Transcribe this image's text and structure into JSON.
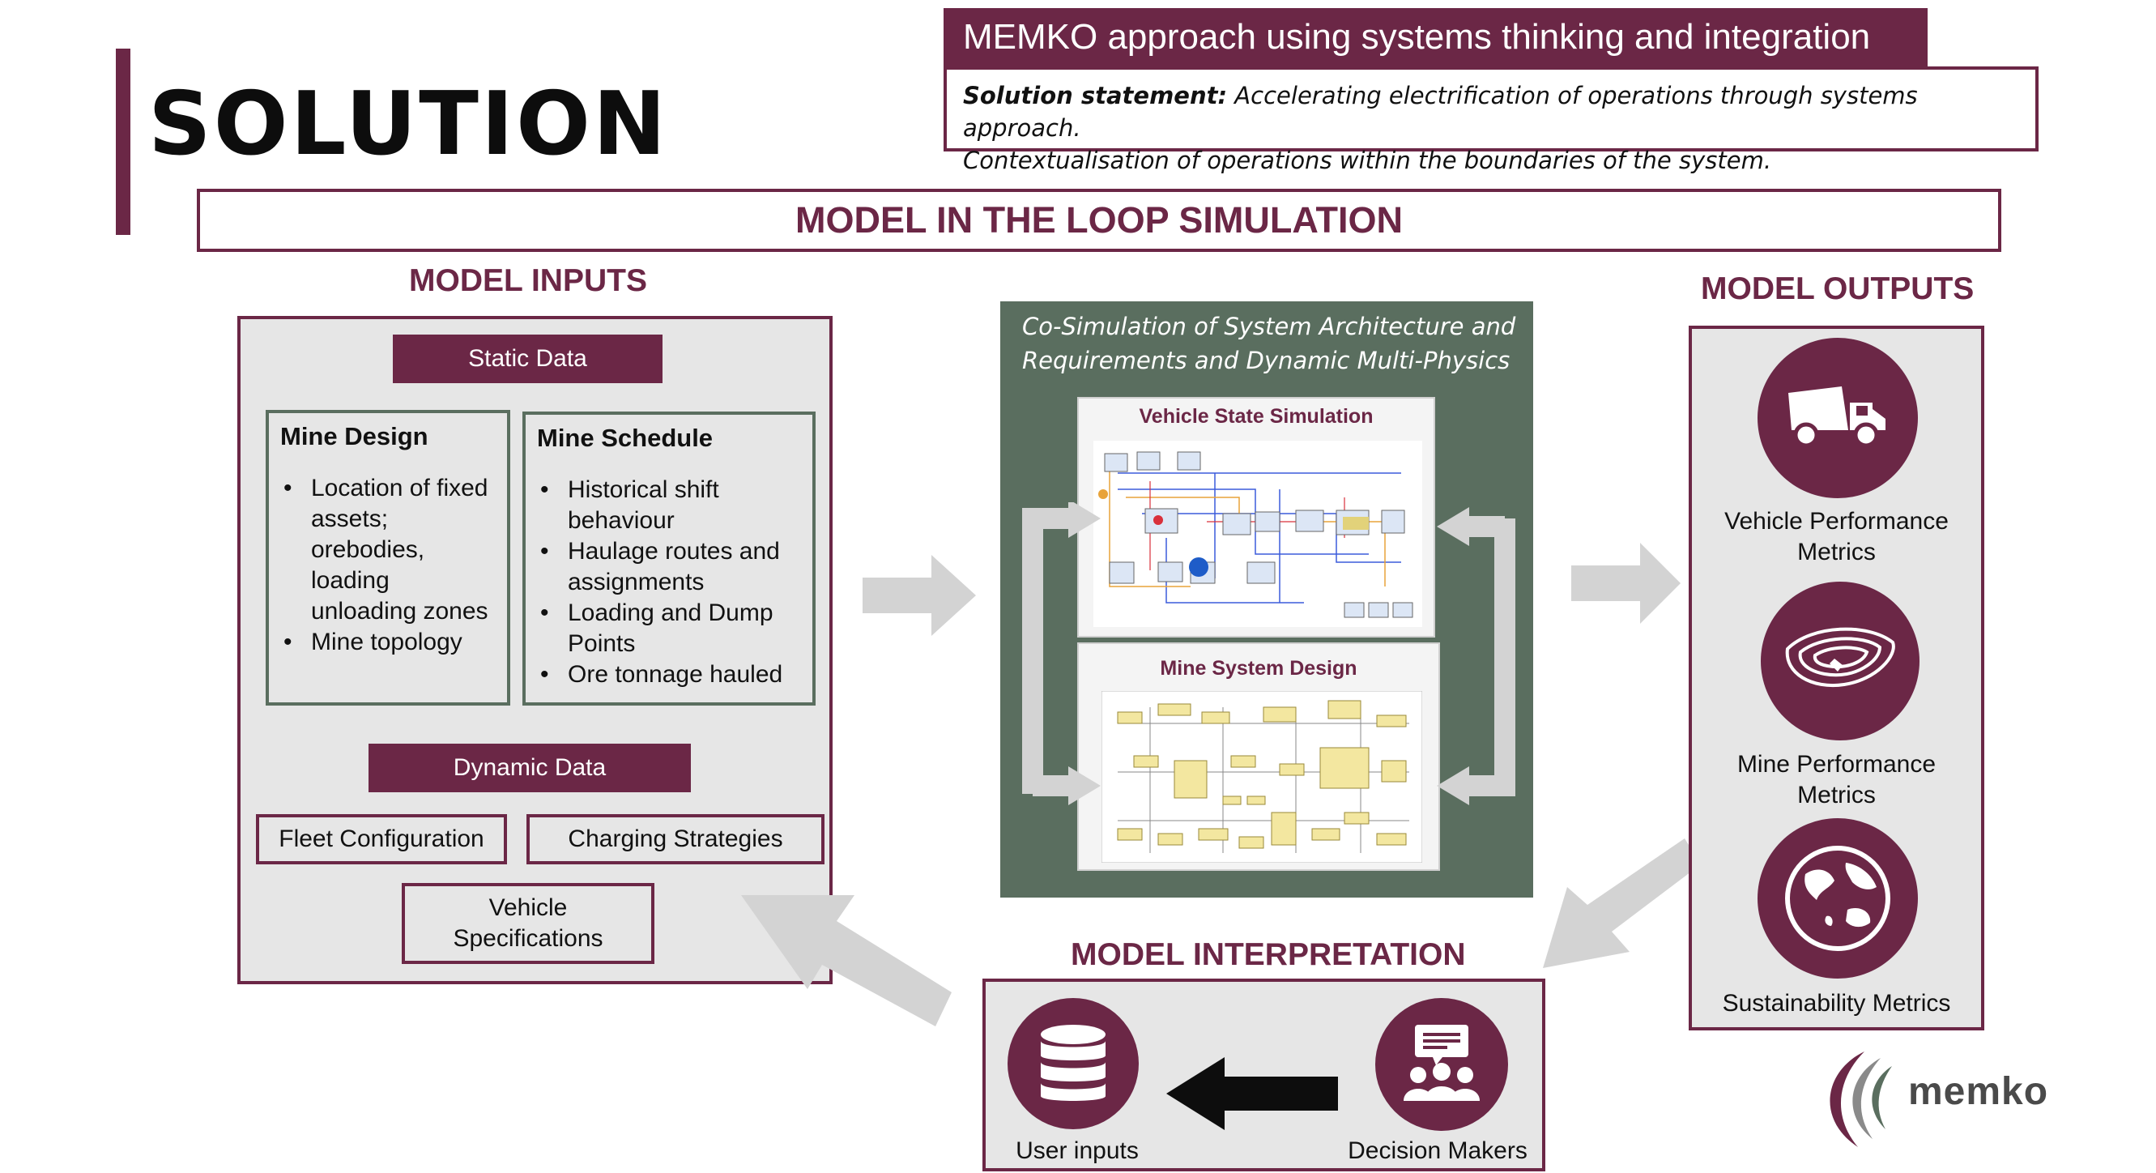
{
  "header": {
    "title": "SOLUTION",
    "approach_title": "MEMKO approach using systems thinking and integration",
    "statement_label": "Solution statement:",
    "statement_line1": " Accelerating electrification of operations through systems approach.",
    "statement_line2": "Contextualisation of operations within the boundaries of the system."
  },
  "loop_title": "MODEL IN THE LOOP SIMULATION",
  "inputs": {
    "title": "MODEL INPUTS",
    "static_label": "Static Data",
    "mine_design": {
      "title": "Mine Design",
      "items": [
        "Location of fixed assets; orebodies, loading unloading zones",
        "Mine topology"
      ]
    },
    "mine_schedule": {
      "title": "Mine Schedule",
      "items": [
        "Historical shift behaviour",
        "Haulage routes and assignments",
        "Loading and Dump Points",
        "Ore tonnage hauled"
      ]
    },
    "dynamic_label": "Dynamic Data",
    "fleet_configuration": "Fleet Configuration",
    "charging_strategies": "Charging Strategies",
    "vehicle_specs_line1": "Vehicle",
    "vehicle_specs_line2": "Specifications"
  },
  "cosim": {
    "caption_line1": "Co-Simulation of System Architecture and",
    "caption_line2": "Requirements and Dynamic Multi-Physics",
    "vehicle_title": "Vehicle State Simulation",
    "mine_title": "Mine System Design"
  },
  "outputs": {
    "title": "MODEL OUTPUTS",
    "vehicle_line1": "Vehicle Performance",
    "vehicle_line2": "Metrics",
    "mine_line1": "Mine Performance",
    "mine_line2": "Metrics",
    "sustainability": "Sustainability Metrics"
  },
  "interpretation": {
    "title": "MODEL INTERPRETATION",
    "user_inputs": "User inputs",
    "decision_makers": "Decision Makers"
  },
  "logo": {
    "text": "memko"
  },
  "colors": {
    "brand": "#6b2746",
    "green_panel": "#5a6e5f",
    "panel_bg": "#e6e6e6",
    "arrow_gray": "#d3d3d3"
  }
}
